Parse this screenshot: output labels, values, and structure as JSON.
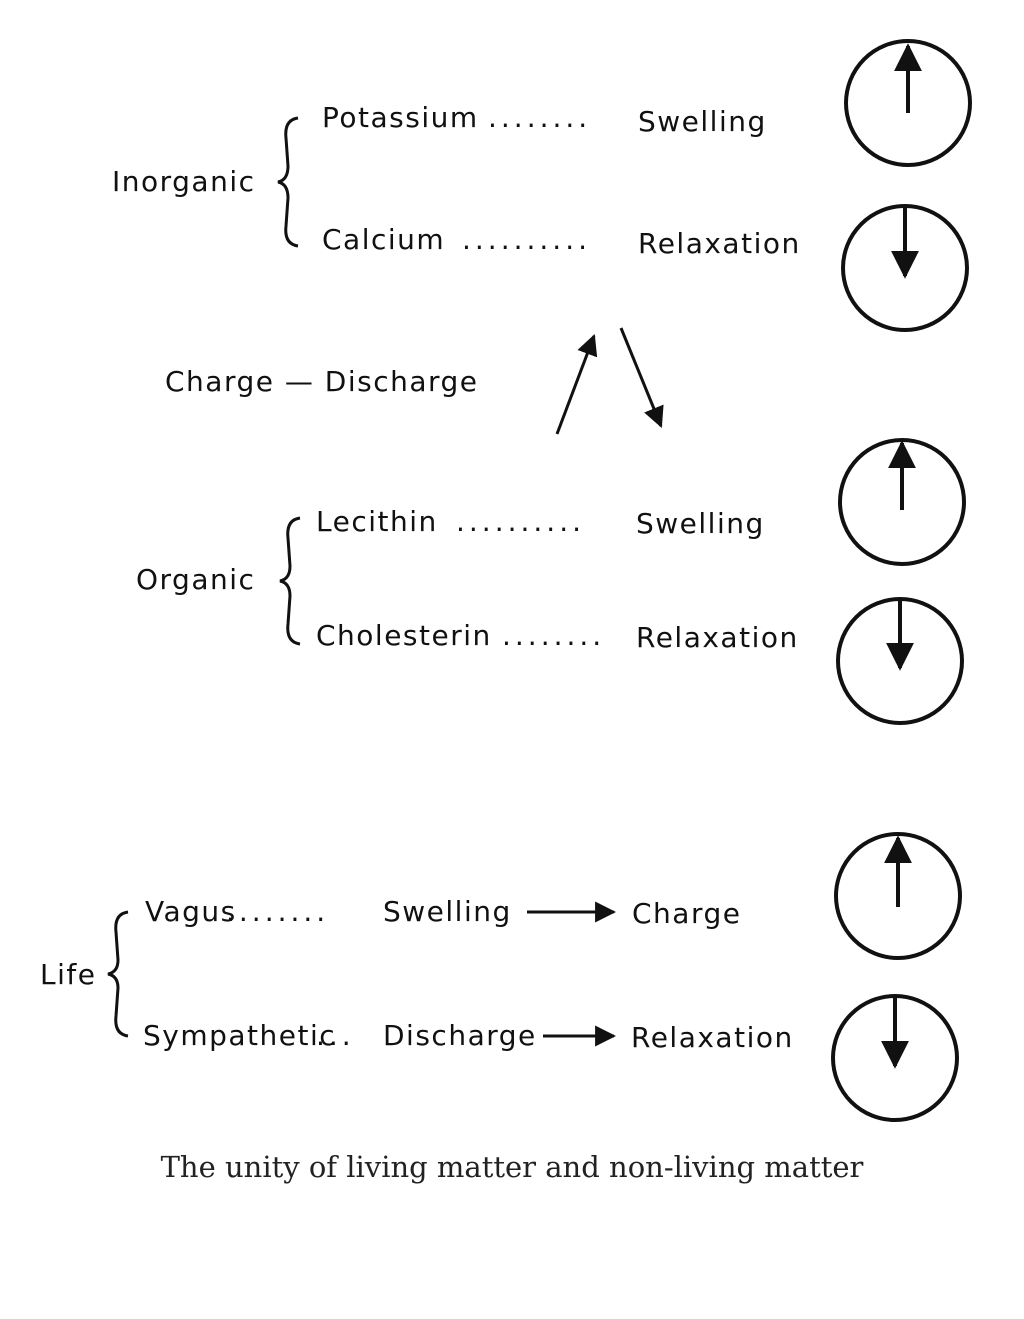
{
  "inorganic": {
    "group_label": "Inorganic",
    "rows": [
      {
        "substance": "Potassium",
        "leader": "........",
        "effect": "Swelling",
        "direction": "up"
      },
      {
        "substance": "Calcium",
        "leader": "..........",
        "effect": "Relaxation",
        "direction": "down"
      }
    ]
  },
  "charge_discharge": "Charge — Discharge",
  "organic": {
    "group_label": "Organic",
    "rows": [
      {
        "substance": "Lecithin",
        "leader": "..........",
        "effect": "Swelling",
        "direction": "up"
      },
      {
        "substance": "Cholesterin",
        "leader": "........",
        "effect": "Relaxation",
        "direction": "down"
      }
    ]
  },
  "life": {
    "group_label": "Life",
    "rows": [
      {
        "substance": "Vagus",
        "leader": "........",
        "effect": "Swelling",
        "result": "Charge",
        "direction": "up"
      },
      {
        "substance": "Sympathetic",
        "leader": "...",
        "effect": "Discharge",
        "result": "Relaxation",
        "direction": "down"
      }
    ]
  },
  "caption": "The unity of living matter and non-living matter",
  "colors": {
    "ink": "#111111",
    "background": "#ffffff"
  },
  "icons": [
    "brace-icon",
    "clock-arrow-up-icon",
    "clock-arrow-down-icon",
    "diagonal-arrow-up-icon",
    "diagonal-arrow-down-icon",
    "right-arrow-icon"
  ]
}
